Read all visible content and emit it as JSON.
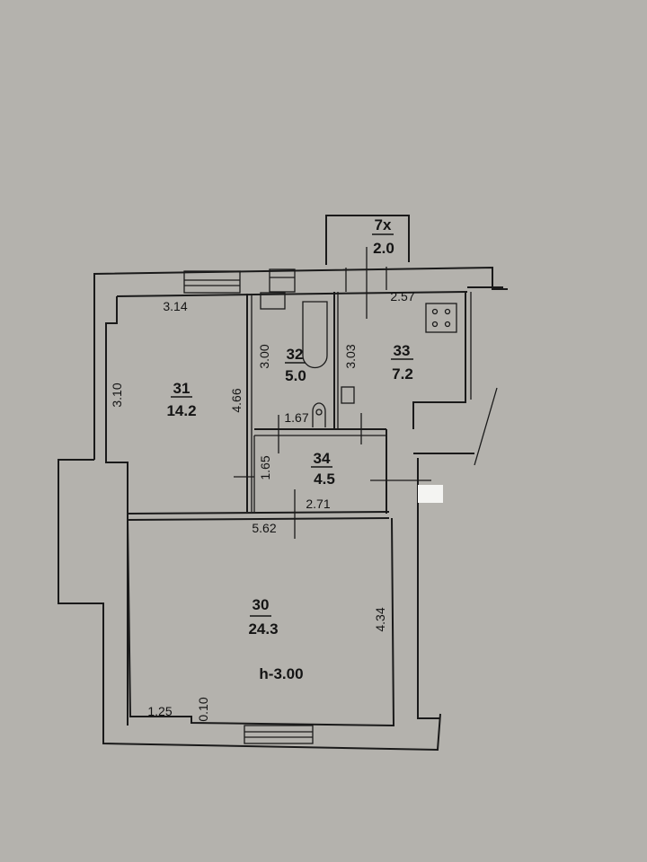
{
  "plan": {
    "rooms": [
      {
        "number": "31",
        "area": "14.2"
      },
      {
        "number": "32",
        "area": "5.0"
      },
      {
        "number": "33",
        "area": "7.2"
      },
      {
        "number": "34",
        "area": "4.5"
      },
      {
        "number": "30",
        "area": "24.3"
      },
      {
        "number": "7x",
        "area": "2.0"
      }
    ],
    "dimensions": [
      "3.14",
      "3.10",
      "4.66",
      "3.00",
      "3.03",
      "2.57",
      "1.67",
      "1.65",
      "2.71",
      "5.62",
      "4.34",
      "1.25",
      "0.10"
    ],
    "ceiling_height": "h-3.00"
  },
  "colors": {
    "background": "#b4b2ad",
    "lines": "#1a1a1a"
  }
}
